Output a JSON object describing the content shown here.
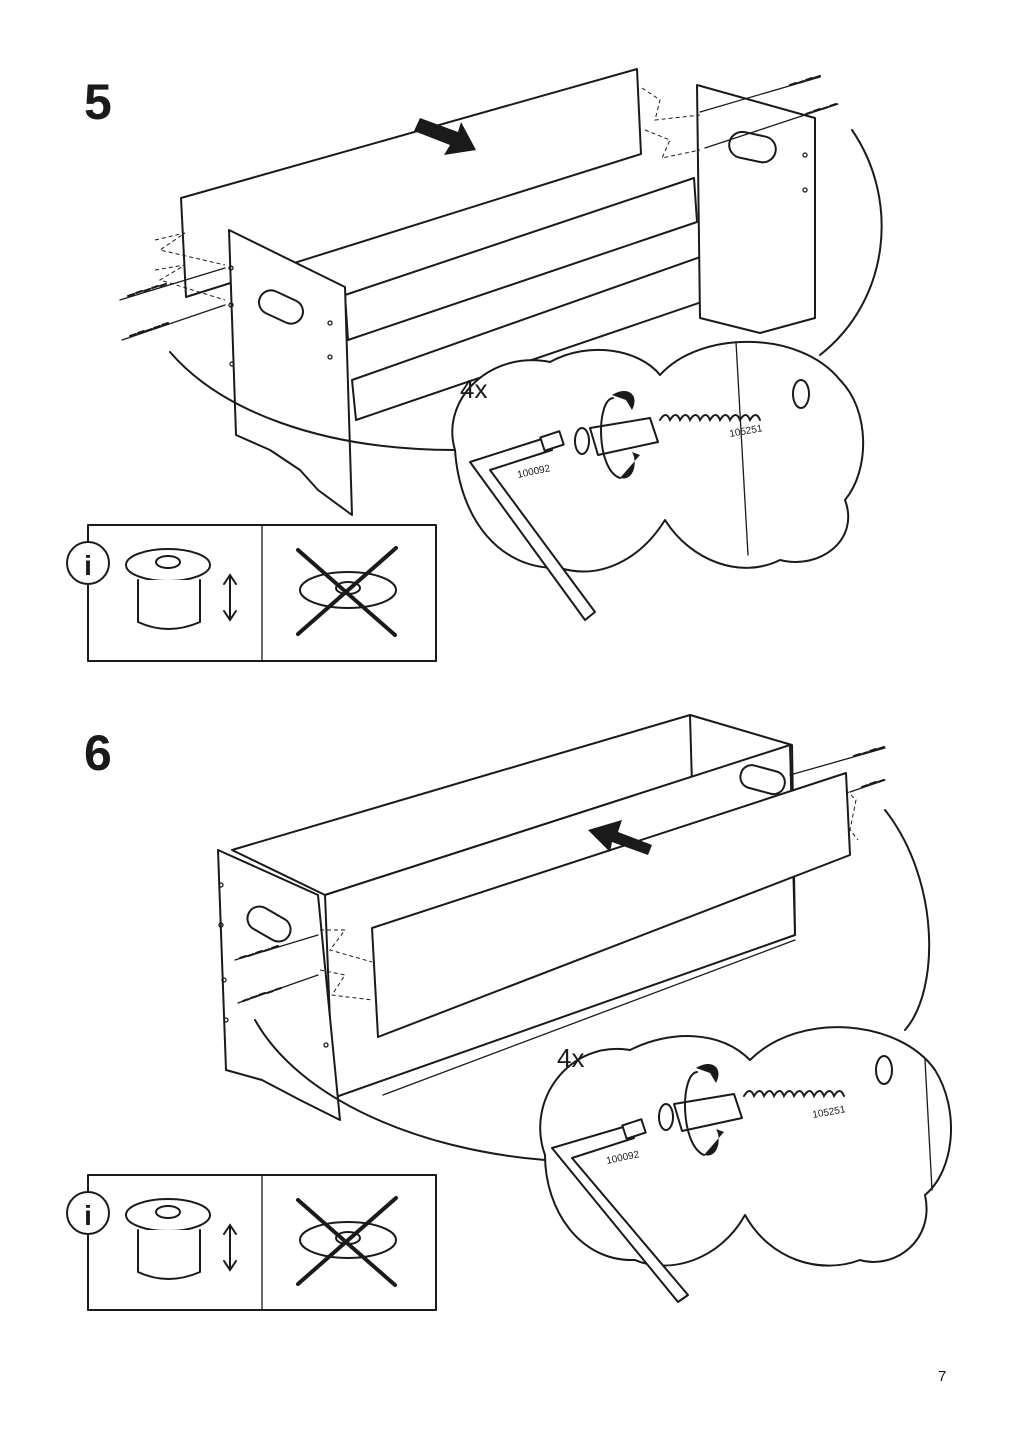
{
  "steps": [
    {
      "number": "5",
      "quantity": "4x",
      "allen_key_part": "100092",
      "screw_part": "105251"
    },
    {
      "number": "6",
      "quantity": "4x",
      "allen_key_part": "100092",
      "screw_part": "105251"
    }
  ],
  "info_icon_symbol": "i",
  "page_number": "7"
}
